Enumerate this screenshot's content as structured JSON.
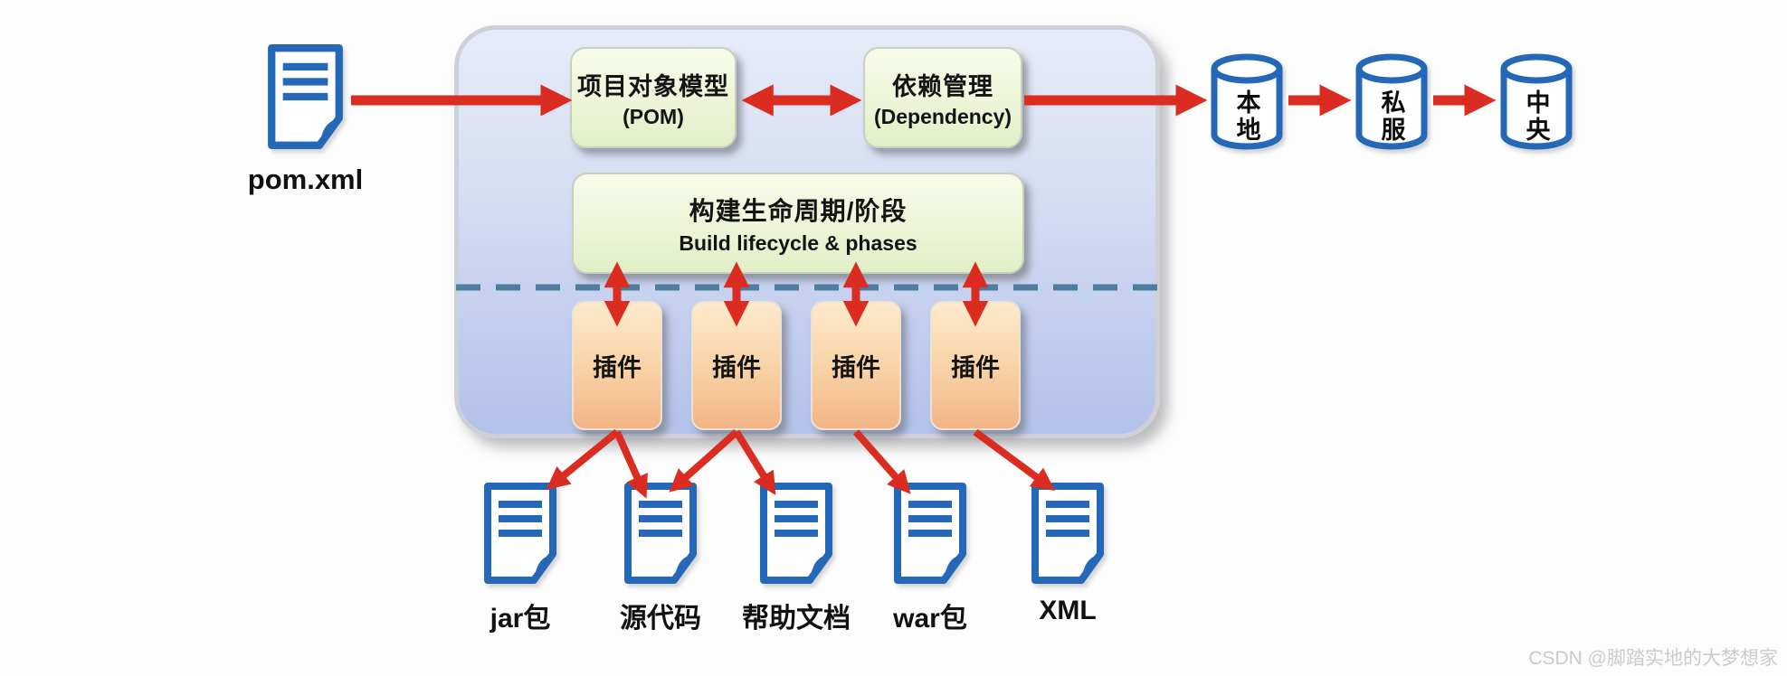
{
  "watermark": "CSDN @脚踏实地的大梦想家",
  "pom_file": {
    "label": "pom.xml"
  },
  "boxes": {
    "pom": {
      "line1": "项目对象模型",
      "line2": "(POM)"
    },
    "dependency": {
      "line1": "依赖管理",
      "line2": "(Dependency)"
    },
    "lifecycle": {
      "line1": "构建生命周期/阶段",
      "line2": "Build lifecycle & phases"
    }
  },
  "plugins": [
    {
      "label": "插件"
    },
    {
      "label": "插件"
    },
    {
      "label": "插件"
    },
    {
      "label": "插件"
    }
  ],
  "repositories": [
    {
      "label": "本地"
    },
    {
      "label": "私服"
    },
    {
      "label": "中央"
    }
  ],
  "outputs": [
    {
      "label": "jar包"
    },
    {
      "label": "源代码"
    },
    {
      "label": "帮助文档"
    },
    {
      "label": "war包"
    },
    {
      "label": "XML"
    }
  ],
  "colors": {
    "arrow_red": "#da2c20",
    "icon_blue": "#2668b8",
    "dashed_line": "#4d7ea0",
    "container_top": "#e7ebf8",
    "container_bottom": "#b3c2ea",
    "green_box": "#edf5d8",
    "plugin_orange": "#f5c094"
  }
}
